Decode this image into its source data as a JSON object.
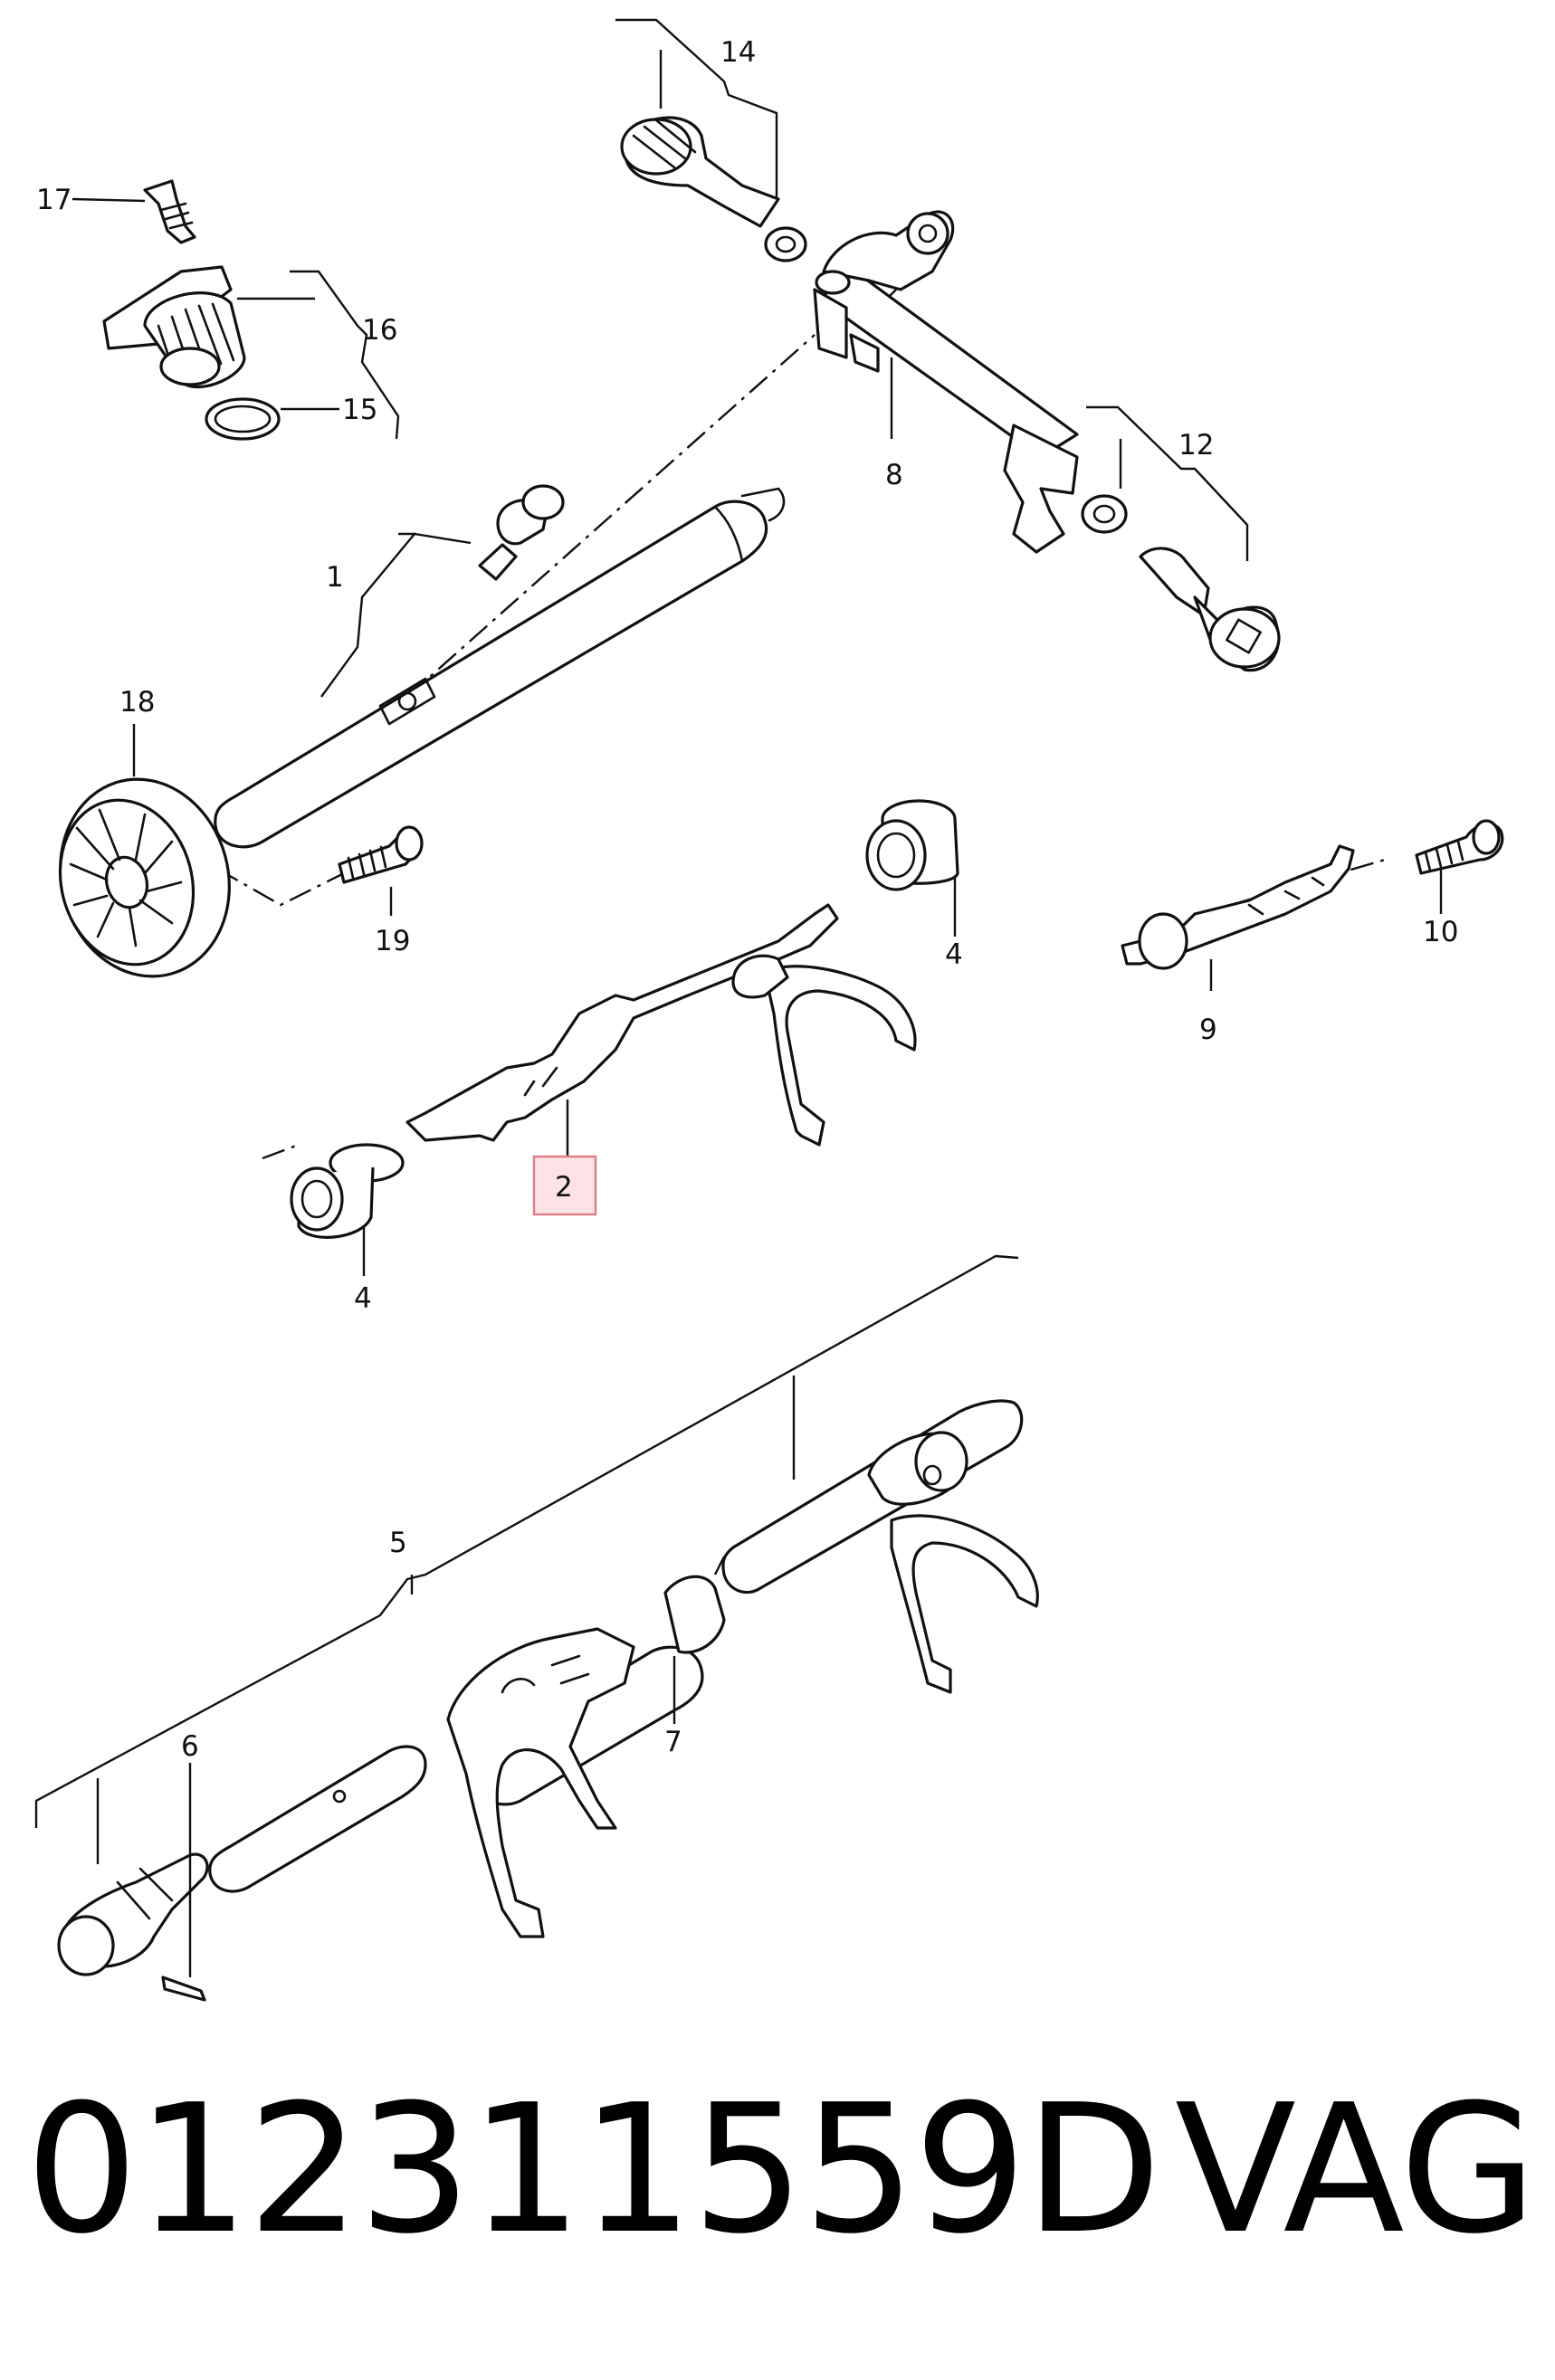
{
  "diagram": {
    "callouts": [
      {
        "id": "1",
        "label": "1"
      },
      {
        "id": "2",
        "label": "2",
        "highlighted": true
      },
      {
        "id": "4a",
        "label": "4"
      },
      {
        "id": "4b",
        "label": "4"
      },
      {
        "id": "5",
        "label": "5"
      },
      {
        "id": "6",
        "label": "6"
      },
      {
        "id": "7",
        "label": "7"
      },
      {
        "id": "8",
        "label": "8"
      },
      {
        "id": "9",
        "label": "9"
      },
      {
        "id": "10",
        "label": "10"
      },
      {
        "id": "12",
        "label": "12"
      },
      {
        "id": "14",
        "label": "14"
      },
      {
        "id": "15",
        "label": "15"
      },
      {
        "id": "16",
        "label": "16"
      },
      {
        "id": "17",
        "label": "17"
      },
      {
        "id": "18",
        "label": "18"
      },
      {
        "id": "19",
        "label": "19"
      }
    ],
    "highlight_color": "#fde3e6"
  },
  "footer": {
    "part_number": "012311559D",
    "brand": "VAG"
  }
}
